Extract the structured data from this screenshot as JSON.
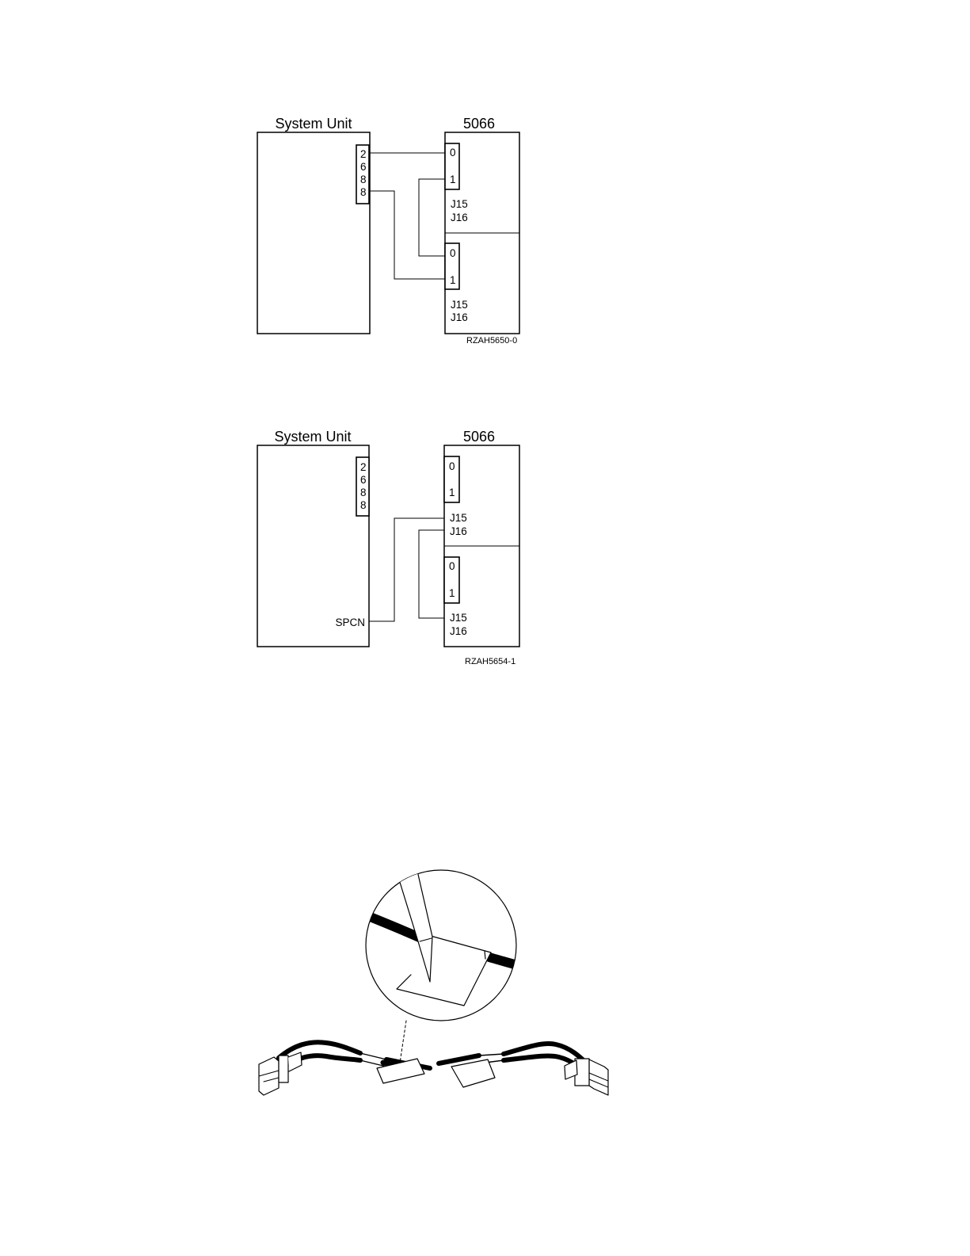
{
  "diagram_1": {
    "system_unit_label": "System Unit",
    "expansion_label": "5066",
    "system_ports": [
      "2",
      "6",
      "8",
      "8"
    ],
    "upper_unit": {
      "port_0": "0",
      "port_1": "1",
      "j15": "J15",
      "j16": "J16"
    },
    "lower_unit": {
      "port_0": "0",
      "port_1": "1",
      "j15": "J15",
      "j16": "J16"
    },
    "figure_id": "RZAH5650-0"
  },
  "diagram_2": {
    "system_unit_label": "System Unit",
    "expansion_label": "5066",
    "system_ports": [
      "2",
      "6",
      "8",
      "8"
    ],
    "spcn_label": "SPCN",
    "upper_unit": {
      "port_0": "0",
      "port_1": "1",
      "j15": "J15",
      "j16": "J16"
    },
    "lower_unit": {
      "port_0": "0",
      "port_1": "1",
      "j15": "J15",
      "j16": "J16"
    },
    "figure_id": "RZAH5654-1"
  },
  "illustration": {
    "subject": "fiber-optic cable pair with label tag, magnified inset showing pen marking the label"
  }
}
